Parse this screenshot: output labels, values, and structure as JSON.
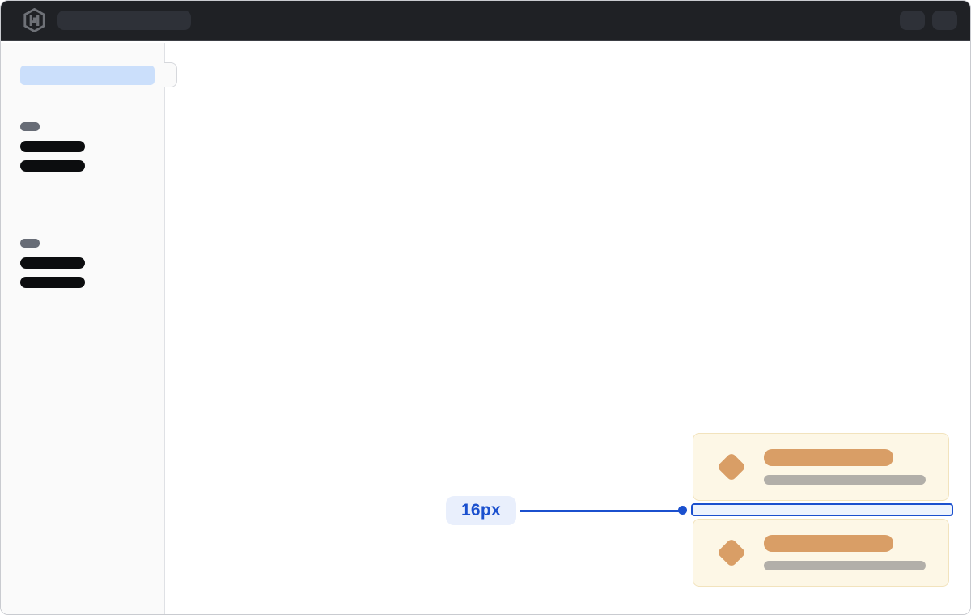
{
  "topbar": {
    "bg_color": "#1f2125",
    "logo_icon": "hashicorp-logo-icon",
    "logo_color": "#6e7177",
    "search_skeleton": {
      "present": true,
      "color": "#2e3138"
    },
    "action_skeletons": {
      "count": 2,
      "color": "#2e3138"
    }
  },
  "sidebar": {
    "bg_color": "#fafafa",
    "selected_item_skeleton": {
      "color": "#cbdffb"
    },
    "collapse_handle": {
      "present": true
    },
    "groups": [
      {
        "label_skeleton_color": "#676c76",
        "item_skeleton_color": "#0c0d0f",
        "item_count": 2
      },
      {
        "label_skeleton_color": "#676c76",
        "item_skeleton_color": "#0c0d0f",
        "item_count": 2
      }
    ]
  },
  "spacing_demo": {
    "cards": {
      "count": 2,
      "bg_color": "#fdf7e6",
      "border_color": "#f2e3bd",
      "icon": "diamond-icon",
      "icon_color": "#d99e66",
      "title_bar_color": "#d99e66",
      "subtitle_bar_color": "#b2afa9"
    },
    "annotation": {
      "gap_label": "16px",
      "accent_color": "#1b50ce",
      "label_bg_color": "#e9effc",
      "highlight_fill_color": "#edf3fd"
    }
  }
}
